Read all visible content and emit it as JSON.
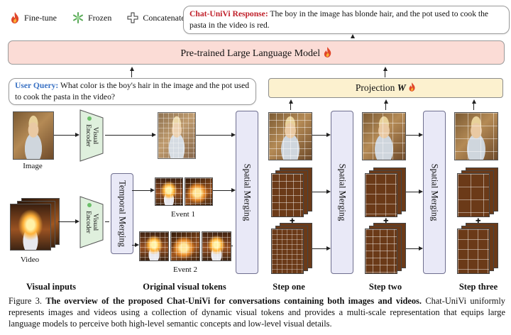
{
  "legend": {
    "finetune": "Fine-tune",
    "frozen": "Frozen",
    "concatenate": "Concatenate"
  },
  "response": {
    "label": "Chat-UniVi Response:",
    "text": "The boy in the image has blonde hair, and the pot used to cook the pasta in the video is red."
  },
  "llm": {
    "label": "Pre-trained Large Language Model"
  },
  "query": {
    "label": "User Query:",
    "text": "What color is the boy's hair in the image and the pot used to cook the pasta in the video?"
  },
  "projection": {
    "label": "Projection",
    "symbol": "W"
  },
  "encoder": {
    "label_line1": "Visual",
    "label_line2": "Encoder"
  },
  "temporal_merging": "Temporal Merging",
  "spatial_merging": "Spatial Merging",
  "inputs": {
    "image": "Image",
    "video": "Video"
  },
  "events": {
    "event1": "Event 1",
    "event2": "Event 2"
  },
  "columns": {
    "visual_inputs": "Visual inputs",
    "original_tokens": "Original visual tokens",
    "step_one": "Step one",
    "step_two": "Step two",
    "step_three": "Step three"
  },
  "caption": {
    "prefix": "Figure 3.",
    "bold": "The overview of the proposed Chat-UniVi for conversations containing both images and videos.",
    "rest": "Chat-UniVi uniformly represents images and videos using a collection of dynamic visual tokens and provides a multi-scale representation that equips large language models to perceive both high-level semantic concepts and low-level visual details."
  },
  "colors": {
    "flame": "#e0462a",
    "frozen": "#6cbf6a",
    "llm_fill": "#fbdcd6",
    "projection_fill": "#fcf1cf",
    "merge_fill": "#e9e9f7",
    "encoder_fill": "#dff0dd",
    "response_label": "#c0202a",
    "query_label": "#3a72c4"
  },
  "icons": {
    "finetune": "flame-icon",
    "frozen": "snowflake-icon",
    "concatenate": "plus-icon"
  }
}
